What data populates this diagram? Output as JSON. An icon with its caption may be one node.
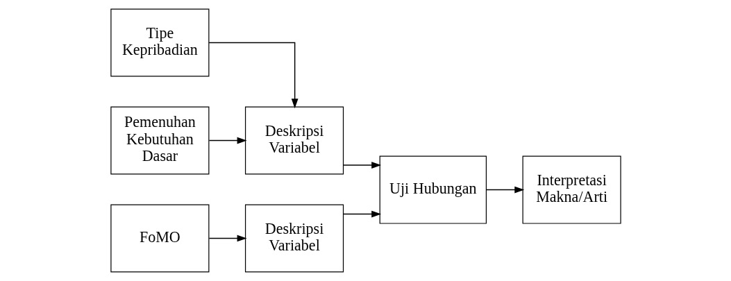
{
  "diagram": {
    "nodes": [
      {
        "text": [
          "Tipe Kepribadian"
        ]
      },
      {
        "text": [
          "Pemenuhan Kebutuhan Dasar"
        ]
      },
      {
        "text": [
          "Deskripsi Variabel"
        ]
      },
      {
        "text": [
          "FoMO"
        ]
      },
      {
        "text": [
          "Deskripsi Variabel"
        ]
      },
      {
        "text": [
          "Uji Hubungan"
        ]
      },
      {
        "text": [
          "Interpretasi Makna/Arti"
        ]
      }
    ],
    "edges": [
      {
        "from": 0,
        "to": 2,
        "arrow": "to"
      },
      {
        "from": 1,
        "to": 2,
        "arrow": "to"
      },
      {
        "from": 3,
        "to": 4,
        "arrow": "to"
      },
      {
        "from": 2,
        "to": 5,
        "arrow": "to"
      },
      {
        "from": 4,
        "to": 5,
        "arrow": "to"
      },
      {
        "from": 5,
        "to": 6,
        "arrow": "to"
      }
    ]
  }
}
